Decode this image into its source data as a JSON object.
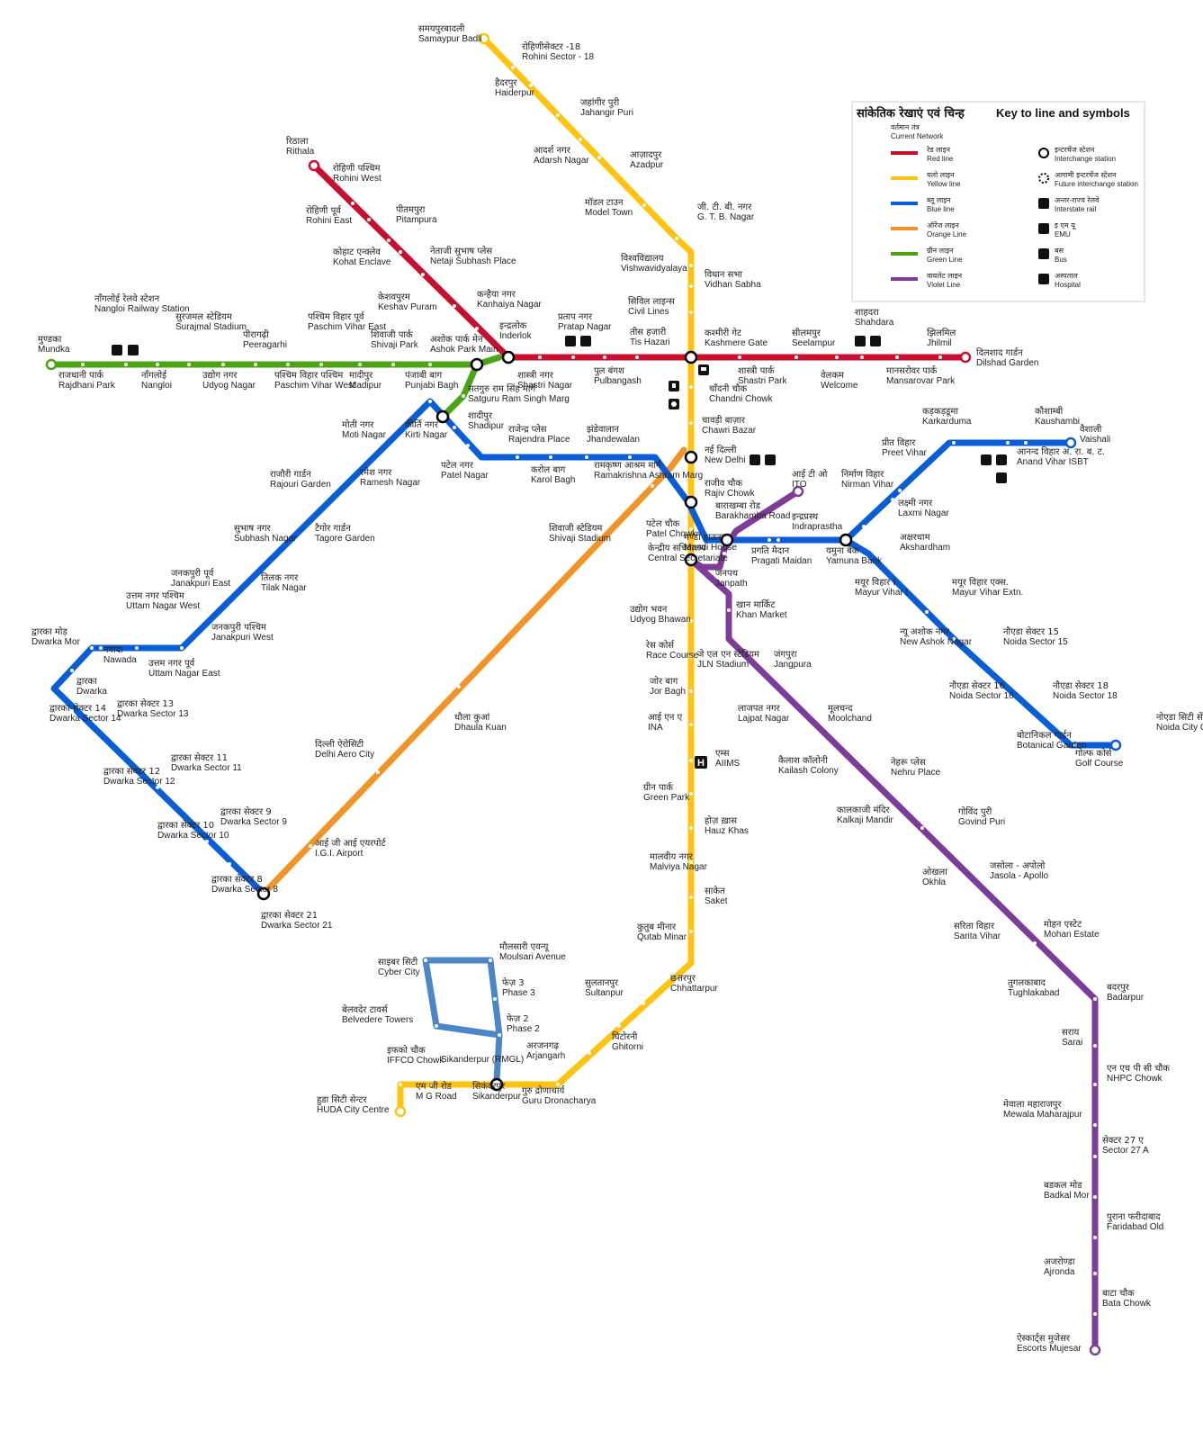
{
  "legend": {
    "title_hi": "सांकेतिक रेखाएं एवं चिन्ह",
    "title_en": "Key to line and symbols",
    "network_hi": "वर्तमान तंत्र",
    "network_en": "Current Network",
    "lines": [
      {
        "hi": "रेड लाइन",
        "en": "Red line",
        "color": "#c8102e"
      },
      {
        "hi": "यलो लाइन",
        "en": "Yellow line",
        "color": "#ffc20e"
      },
      {
        "hi": "ब्लू लाइन",
        "en": "Blue line",
        "color": "#0a5dd8"
      },
      {
        "hi": "ऑरेंज लाइन",
        "en": "Orange Line",
        "color": "#f39325"
      },
      {
        "hi": "ग्रीन लाइन",
        "en": "Green Line",
        "color": "#4aa414"
      },
      {
        "hi": "वायलेट लाइन",
        "en": "Violet Line",
        "color": "#7d3c98"
      }
    ],
    "symbols": [
      {
        "hi": "इन्टरचेंज स्टेशन",
        "en": "Interchange station",
        "icon": "interchange-icon"
      },
      {
        "hi": "आगामी इन्टरचेंज स्टेशन",
        "en": "Future interchange station",
        "icon": "future-interchange-icon"
      },
      {
        "hi": "अन्तर-राज्य रेलवे",
        "en": "Interstate rail",
        "icon": "rail-icon"
      },
      {
        "hi": "इ एम यू",
        "en": "EMU",
        "icon": "emu-icon"
      },
      {
        "hi": "बस",
        "en": "Bus",
        "icon": "bus-icon"
      },
      {
        "hi": "अस्पताल",
        "en": "Hospital",
        "icon": "hospital-icon"
      }
    ]
  },
  "stations": {
    "red": [
      {
        "hi": "रिठाला",
        "en": "Rithala"
      },
      {
        "hi": "रोहिणी पश्चिम",
        "en": "Rohini West"
      },
      {
        "hi": "रोहिणी पूर्व",
        "en": "Rohini East"
      },
      {
        "hi": "पीतमपुरा",
        "en": "Pitampura"
      },
      {
        "hi": "कोहाट एन्क्लेव",
        "en": "Kohat Enclave"
      },
      {
        "hi": "नेताजी सुभाष प्लेस",
        "en": "Netaji Subhash Place"
      },
      {
        "hi": "केशवपुरम",
        "en": "Keshav Puram"
      },
      {
        "hi": "कन्हैया नगर",
        "en": "Kanhaiya Nagar"
      },
      {
        "hi": "इन्द्रलोक",
        "en": "Inderlok"
      },
      {
        "hi": "शास्त्री नगर",
        "en": "Shastri Nagar"
      },
      {
        "hi": "प्रताप नगर",
        "en": "Pratap Nagar"
      },
      {
        "hi": "पुल बंगश",
        "en": "Pulbangash"
      },
      {
        "hi": "तीस हजारी",
        "en": "Tis Hazari"
      },
      {
        "hi": "कश्मीरी गेट",
        "en": "Kashmere Gate"
      },
      {
        "hi": "शास्त्री पार्क",
        "en": "Shastri Park"
      },
      {
        "hi": "सीलमपुर",
        "en": "Seelampur"
      },
      {
        "hi": "वेलकम",
        "en": "Welcome"
      },
      {
        "hi": "शाहदरा",
        "en": "Shahdara"
      },
      {
        "hi": "मानसरोवर पार्क",
        "en": "Mansarovar Park"
      },
      {
        "hi": "झिलमिल",
        "en": "Jhilmil"
      },
      {
        "hi": "दिलशाद गार्डन",
        "en": "Dilshad Garden"
      }
    ],
    "yellow": [
      {
        "hi": "समयपुरबादली",
        "en": "Samaypur Badli"
      },
      {
        "hi": "रोहिणीसेक्टर -18",
        "en": "Rohini Sector - 18"
      },
      {
        "hi": "हैदरपुर",
        "en": "Haiderpur"
      },
      {
        "hi": "जहांगीर पुरी",
        "en": "Jahangir Puri"
      },
      {
        "hi": "आदर्श नगर",
        "en": "Adarsh Nagar"
      },
      {
        "hi": "आज़ादपुर",
        "en": "Azadpur"
      },
      {
        "hi": "मॉडल टाउन",
        "en": "Model Town"
      },
      {
        "hi": "जी. टी. बी. नगर",
        "en": "G. T. B. Nagar"
      },
      {
        "hi": "विश्वविद्यालय",
        "en": "Vishwavidyalaya"
      },
      {
        "hi": "विधान सभा",
        "en": "Vidhan Sabha"
      },
      {
        "hi": "सिविल लाइन्स",
        "en": "Civil Lines"
      },
      {
        "hi": "चाँदनी चौक",
        "en": "Chandni Chowk"
      },
      {
        "hi": "चावड़ी बाज़ार",
        "en": "Chawri Bazar"
      },
      {
        "hi": "नई दिल्ली",
        "en": "New Delhi"
      },
      {
        "hi": "राजीव चौक",
        "en": "Rajiv Chowk"
      },
      {
        "hi": "पटेल चौक",
        "en": "Patel Chowk"
      },
      {
        "hi": "केन्द्रीय सचिवालय",
        "en": "Central Secretariate"
      },
      {
        "hi": "उद्योग भवन",
        "en": "Udyog Bhawan"
      },
      {
        "hi": "रेस कोर्स",
        "en": "Race Course"
      },
      {
        "hi": "जोर बाग",
        "en": "Jor Bagh"
      },
      {
        "hi": "आई एन ए",
        "en": "INA"
      },
      {
        "hi": "एम्स",
        "en": "AIIMS"
      },
      {
        "hi": "ग्रीन पार्क",
        "en": "Green Park"
      },
      {
        "hi": "होज़ ख़ास",
        "en": "Hauz Khas"
      },
      {
        "hi": "मालवीय नगर",
        "en": "Malviya Nagar"
      },
      {
        "hi": "साकेत",
        "en": "Saket"
      },
      {
        "hi": "कुतुब मीनार",
        "en": "Qutab Minar"
      },
      {
        "hi": "छत्तरपुर",
        "en": "Chhattarpur"
      },
      {
        "hi": "सुलतानपुर",
        "en": "Sultanpur"
      },
      {
        "hi": "घिटोरनी",
        "en": "Ghitorni"
      },
      {
        "hi": "अरजनगढ़",
        "en": "Arjangarh"
      },
      {
        "hi": "गुरु द्रोणाचार्य",
        "en": "Guru Dronacharya"
      },
      {
        "hi": "सिकंदरपुर",
        "en": "Sikanderpur"
      },
      {
        "hi": "एम जी रोड",
        "en": "M G Road"
      },
      {
        "hi": "हुडा सिटी सेन्टर",
        "en": "HUDA City Centre"
      },
      {
        "hi": "इफको चौक",
        "en": "IFFCO Chowk"
      }
    ],
    "green": [
      {
        "hi": "मुण्डका",
        "en": "Mundka"
      },
      {
        "hi": "राजधानी पार्क",
        "en": "Rajdhani Park"
      },
      {
        "hi": "नाँगलोई रेलवे स्टेशन",
        "en": "Nangloi Railway Station"
      },
      {
        "hi": "नाँगलोई",
        "en": "Nangloi"
      },
      {
        "hi": "सुरजमल स्टेडियम",
        "en": "Surajmal Stadium"
      },
      {
        "hi": "उद्योग नगर",
        "en": "Udyog Nagar"
      },
      {
        "hi": "पीरागढ़ी",
        "en": "Peeragarhi"
      },
      {
        "hi": "पश्चिम विहार पश्चिम",
        "en": "Paschim Vihar West"
      },
      {
        "hi": "पश्चिम विहार पूर्व",
        "en": "Paschim Vihar East"
      },
      {
        "hi": "मादीपुर",
        "en": "Madipur"
      },
      {
        "hi": "शिवाजी पार्क",
        "en": "Shivaji Park"
      },
      {
        "hi": "पंजाबी बाग",
        "en": "Punjabi Bagh"
      },
      {
        "hi": "अशोक पार्क मेन",
        "en": "Ashok Park Main"
      },
      {
        "hi": "सतगुरु राम सिंह मार्ग",
        "en": "Satguru Ram Singh Marg"
      }
    ],
    "blue": [
      {
        "hi": "कीर्ति नगर",
        "en": "Kirti Nagar"
      },
      {
        "hi": "मोती नगर",
        "en": "Moti Nagar"
      },
      {
        "hi": "शादीपुर",
        "en": "Shadipur"
      },
      {
        "hi": "पटेल नगर",
        "en": "Patel Nagar"
      },
      {
        "hi": "राजेन्द्र प्लेस",
        "en": "Rajendra Place"
      },
      {
        "hi": "करोल बाग",
        "en": "Karol Bagh"
      },
      {
        "hi": "झंडेवालान",
        "en": "Jhandewalan"
      },
      {
        "hi": "रामकृष्ण आश्रम मार्ग",
        "en": "Ramakrishna Ashram Marg"
      },
      {
        "hi": "बाराखम्बा रोड",
        "en": "Barakhamba Road"
      },
      {
        "hi": "इन्द्रप्रस्थ",
        "en": "Indraprastha"
      },
      {
        "hi": "प्रगति मैदान",
        "en": "Pragati Maidan"
      },
      {
        "hi": "यमुना बैंक",
        "en": "Yamuna Bank"
      },
      {
        "hi": "अक्षरधाम",
        "en": "Akshardham"
      },
      {
        "hi": "मयूर विहार I",
        "en": "Mayur Vihar I"
      },
      {
        "hi": "मयूर विहार एक्स.",
        "en": "Mayur Vihar Extn."
      },
      {
        "hi": "न्यू अशोक नगर",
        "en": "New Ashok Nagar"
      },
      {
        "hi": "नौएडा सेक्टर 15",
        "en": "Noida Sector 15"
      },
      {
        "hi": "नौएडा सेक्टर 16",
        "en": "Noida Sector 16"
      },
      {
        "hi": "नौएडा सेक्टर 18",
        "en": "Noida Sector 18"
      },
      {
        "hi": "बोटानिकल गार्डन",
        "en": "Botanical Garden"
      },
      {
        "hi": "गोल्फ कोर्स",
        "en": "Golf Course"
      },
      {
        "hi": "नोएडा सिटी सेंटर",
        "en": "Noida City Centre"
      },
      {
        "hi": "लक्ष्मी नगर",
        "en": "Laxmi Nagar"
      },
      {
        "hi": "निर्माण विहार",
        "en": "Nirman Vihar"
      },
      {
        "hi": "प्रीत विहार",
        "en": "Preet Vihar"
      },
      {
        "hi": "कड़कड़डूमा",
        "en": "Karkarduma"
      },
      {
        "hi": "कौशाम्बी",
        "en": "Kaushambi"
      },
      {
        "hi": "आनन्द विहार अ. रा. ब. ट.",
        "en": "Anand Vihar ISBT"
      },
      {
        "hi": "वैशाली",
        "en": "Vaishali"
      },
      {
        "hi": "राजौरी गार्डन",
        "en": "Rajouri Garden"
      },
      {
        "hi": "रमेश नगर",
        "en": "Ramesh Nagar"
      },
      {
        "hi": "सुभाष नगर",
        "en": "Subhash Nagar"
      },
      {
        "hi": "टैगोर गार्डन",
        "en": "Tagore Garden"
      },
      {
        "hi": "जनकपुरी पूर्व",
        "en": "Janakpuri East"
      },
      {
        "hi": "तिलक नगर",
        "en": "Tilak Nagar"
      },
      {
        "hi": "उत्तम नगर पश्चिम",
        "en": "Uttam Nagar West"
      },
      {
        "hi": "जनकपुरी पश्चिम",
        "en": "Janakpuri West"
      },
      {
        "hi": "उत्तम नगर पूर्व",
        "en": "Uttam Nagar East"
      },
      {
        "hi": "नवादा",
        "en": "Nawada"
      },
      {
        "hi": "द्वारका मोड़",
        "en": "Dwarka Mor"
      },
      {
        "hi": "द्वारका",
        "en": "Dwarka"
      },
      {
        "hi": "द्वारका सेक्टर 14",
        "en": "Dwarka Sector 14"
      },
      {
        "hi": "द्वारका सेक्टर 13",
        "en": "Dwarka Sector 13"
      },
      {
        "hi": "द्वारका सेक्टर 12",
        "en": "Dwarka Sector 12"
      },
      {
        "hi": "द्वारका सेक्टर 11",
        "en": "Dwarka Sector 11"
      },
      {
        "hi": "द्वारका सेक्टर 10",
        "en": "Dwarka Sector 10"
      },
      {
        "hi": "द्वारका सेक्टर 9",
        "en": "Dwarka Sector 9"
      },
      {
        "hi": "द्वारका सेक्टर 8",
        "en": "Dwarka Sector 8"
      },
      {
        "hi": "द्वारका सेक्टर 21",
        "en": "Dwarka Sector 21"
      },
      {
        "hi": "मण्डी हाऊस",
        "en": "Mandi House"
      }
    ],
    "orange": [
      {
        "hi": "शिवाजी स्टेडियम",
        "en": "Shivaji Stadium"
      },
      {
        "hi": "धौला कुआं",
        "en": "Dhaula Kuan"
      },
      {
        "hi": "दिल्ली ऐरोसिटी",
        "en": "Delhi Aero City"
      },
      {
        "hi": "आई जी आई एयरपोर्ट",
        "en": "I.G.I. Airport"
      }
    ],
    "violet": [
      {
        "hi": "आई टी ओ",
        "en": "ITO"
      },
      {
        "hi": "जनपथ",
        "en": "Janpath"
      },
      {
        "hi": "खान मार्किट",
        "en": "Khan Market"
      },
      {
        "hi": "जे एल एन स्टेडियम",
        "en": "JLN Stadium"
      },
      {
        "hi": "जंगपुरा",
        "en": "Jangpura"
      },
      {
        "hi": "लाजपत नगर",
        "en": "Lajpat Nagar"
      },
      {
        "hi": "मूलचन्द",
        "en": "Moolchand"
      },
      {
        "hi": "कैलाश कॉलोनी",
        "en": "Kailash Colony"
      },
      {
        "hi": "नेहरू प्लेस",
        "en": "Nehru Place"
      },
      {
        "hi": "कालकाजी मंदिर",
        "en": "Kalkaji Mandir"
      },
      {
        "hi": "गोविंद पुरी",
        "en": "Govind Puri"
      },
      {
        "hi": "ओखला",
        "en": "Okhla"
      },
      {
        "hi": "जसोला - अपोलो",
        "en": "Jasola - Apollo"
      },
      {
        "hi": "सरिता विहार",
        "en": "Sarita Vihar"
      },
      {
        "hi": "मोहन एस्टेट",
        "en": "Mohan Estate"
      },
      {
        "hi": "तुगलकाबाद",
        "en": "Tughlakabad"
      },
      {
        "hi": "बदरपुर",
        "en": "Badarpur"
      },
      {
        "hi": "सराय",
        "en": "Sarai"
      },
      {
        "hi": "एन एच पी सी चौक",
        "en": "NHPC Chowk"
      },
      {
        "hi": "मेवाला महाराजपुर",
        "en": "Mewala Maharajpur"
      },
      {
        "hi": "सेक्टर 27 ए",
        "en": "Sector 27 A"
      },
      {
        "hi": "बडकल मोड",
        "en": "Badkal Mor"
      },
      {
        "hi": "पुराना फरीदाबाद",
        "en": "Faridabad Old"
      },
      {
        "hi": "अजरोण्डा",
        "en": "Ajronda"
      },
      {
        "hi": "बाटा चौक",
        "en": "Bata Chowk"
      },
      {
        "hi": "ऐस्कार्ट्स मुजेसर",
        "en": "Escorts Mujesar"
      }
    ],
    "rapid": [
      {
        "hi": "साइबर सिटी",
        "en": "Cyber City"
      },
      {
        "hi": "मौलसारी एवन्यू",
        "en": "Moulsari Avenue"
      },
      {
        "hi": "फेज़ 3",
        "en": "Phase 3"
      },
      {
        "hi": "फेज़ 2",
        "en": "Phase 2"
      },
      {
        "hi": "बेलवदेर टावर्स",
        "en": "Belvedere Towers"
      },
      {
        "hi": "",
        "en": "Sikanderpur (RMGL)"
      }
    ]
  },
  "colors": {
    "red": "#c8102e",
    "yellow": "#ffc20e",
    "blue": "#0a5dd8",
    "orange": "#f39325",
    "green": "#4aa414",
    "violet": "#7d3c98",
    "rapid": "#4a86c8"
  }
}
